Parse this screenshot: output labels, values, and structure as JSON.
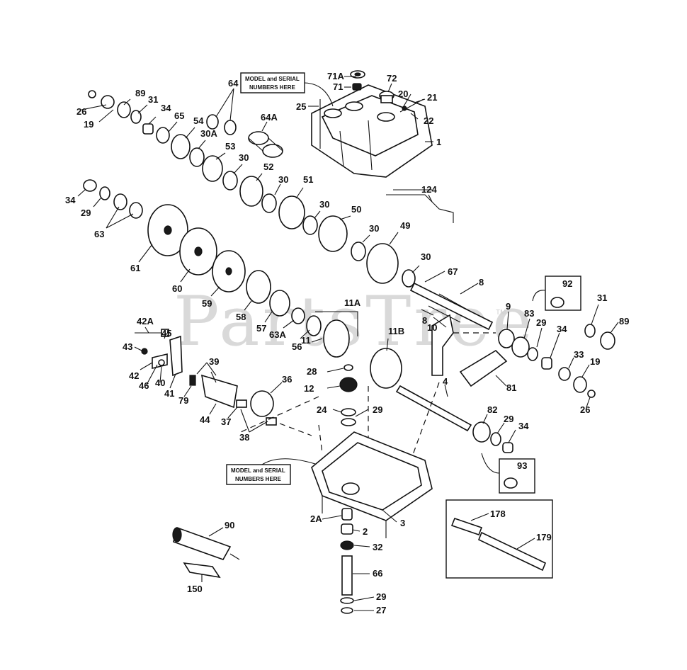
{
  "watermark": {
    "text": "PartsTree",
    "tm": "TM"
  },
  "notes": {
    "model_serial_top": [
      "MODEL and SERIAL",
      "NUMBERS HERE"
    ],
    "model_serial_bottom": [
      "MODEL and SERIAL",
      "NUMBERS HERE"
    ]
  },
  "callouts": {
    "c71A": "71A",
    "c72": "72",
    "c71": "71",
    "c20": "20",
    "c21": "21",
    "c22": "22",
    "c25": "25",
    "c1": "1",
    "c64": "64",
    "c64A": "64A",
    "c89a": "89",
    "c31a": "31",
    "c26a": "26",
    "c19a": "19",
    "c34a": "34",
    "c65": "65",
    "c54": "54",
    "c30A": "30A",
    "c53": "53",
    "c30a": "30",
    "c52": "52",
    "c30b": "30",
    "c51": "51",
    "c30c": "30",
    "c50": "50",
    "c30d": "30",
    "c49": "49",
    "c30e": "30",
    "c34b": "34",
    "c29a": "29",
    "c63": "63",
    "c61": "61",
    "c60": "60",
    "c59": "59",
    "c58": "58",
    "c57": "57",
    "c63A": "63A",
    "c56": "56",
    "c11": "11",
    "c11A": "11A",
    "c11B": "11B",
    "c124": "124",
    "c67": "67",
    "c8a": "8",
    "c8b": "8",
    "c10": "10",
    "c9": "9",
    "c92": "92",
    "c83": "83",
    "c29b": "29",
    "c34c": "34",
    "c31b": "31",
    "c89b": "89",
    "c33": "33",
    "c19b": "19",
    "c26b": "26",
    "c81": "81",
    "c42A": "42A",
    "c45": "45",
    "c43": "43",
    "c42": "42",
    "c46": "46",
    "c40": "40",
    "c41": "41",
    "c39": "39",
    "c79": "79",
    "c44": "44",
    "c37": "37",
    "c38": "38",
    "c36": "36",
    "c28": "28",
    "c12": "12",
    "c24": "24",
    "c29c": "29",
    "c4": "4",
    "c82": "82",
    "c29d": "29",
    "c34d": "34",
    "c93": "93",
    "c3": "3",
    "c2A": "2A",
    "c2": "2",
    "c32": "32",
    "c66": "66",
    "c29e": "29",
    "c27": "27",
    "c90": "90",
    "c150": "150",
    "c178": "178",
    "c179": "179"
  }
}
